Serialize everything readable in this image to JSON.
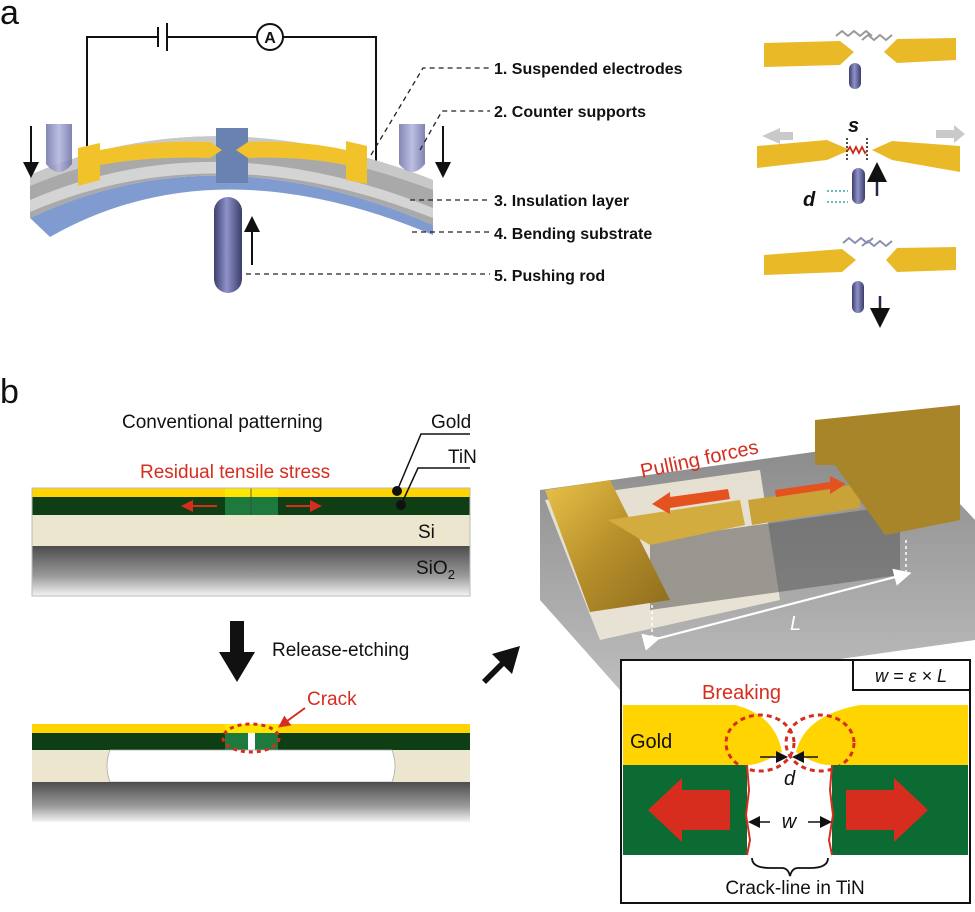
{
  "panel_a": {
    "letter": "a",
    "ammeter_symbol": "A",
    "labels": [
      "1. Suspended electrodes",
      "2. Counter supports",
      "3. Insulation layer",
      "4. Bending substrate",
      "5. Pushing rod"
    ],
    "side_labels": {
      "s": "s",
      "d": "d"
    }
  },
  "panel_b": {
    "letter": "b",
    "title": "Conventional patterning",
    "stress_label": "Residual tensile stress",
    "layer_labels": {
      "gold": "Gold",
      "tin": "TiN",
      "si": "Si",
      "sio2": "SiO",
      "sio2_sub": "2"
    },
    "step_label": "Release-etching",
    "crack_label": "Crack",
    "pulling_label": "Pulling forces",
    "length_label": "L",
    "inset": {
      "formula": "w = ε × L",
      "breaking_label": "Breaking",
      "gold_label": "Gold",
      "d_label": "d",
      "w_label": "w",
      "crack_line_label": "Crack-line in TiN"
    }
  },
  "colors": {
    "gold": "#f2c22a",
    "gold_bright": "#ffd700",
    "tin_green": "#0f3d14",
    "tin_light": "#1f7a3a",
    "inset_green": "#0b6b33",
    "si": "#ece6cf",
    "red": "#d62d1e",
    "rod": "#5a5e92",
    "substrate_blue": "#7f9bd0",
    "insulation_gray": "#a9a9a9"
  }
}
